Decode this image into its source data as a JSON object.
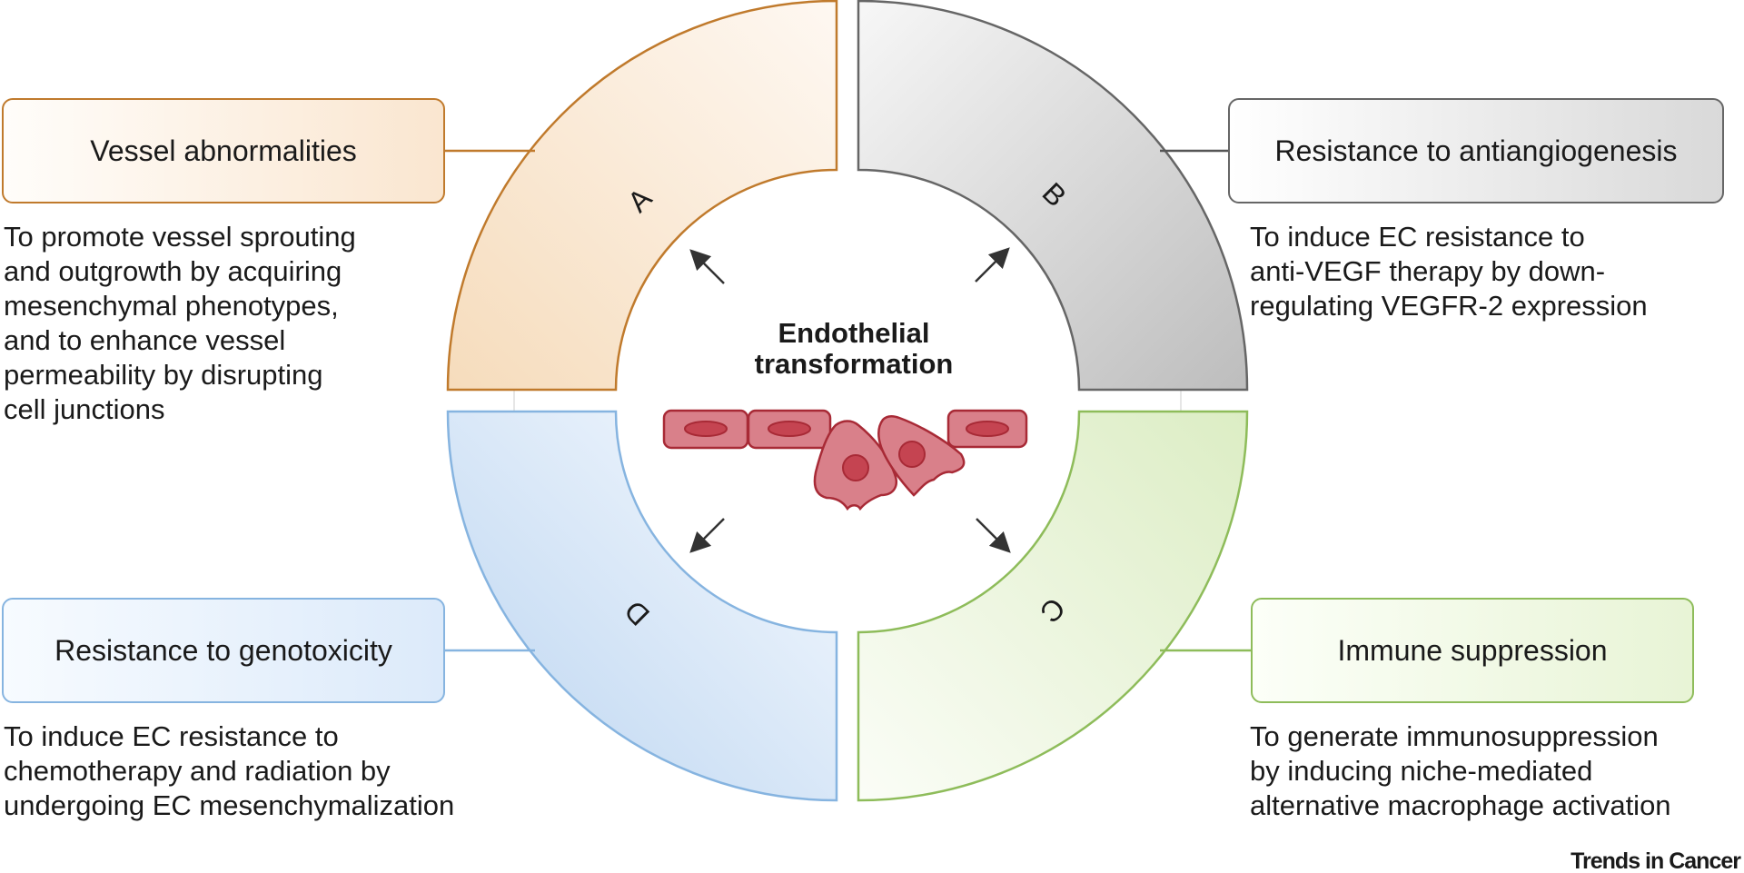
{
  "center": {
    "title_line1": "Endothelial",
    "title_line2": "transformation"
  },
  "quadrants": {
    "a": {
      "letter": "A",
      "title": "Vessel abnormalities",
      "description": "To promote vessel sprouting\nand outgrowth by acquiring\nmesenchymal phenotypes,\nand to enhance vessel\npermeability by disrupting\ncell junctions",
      "color": "#c07a2c"
    },
    "b": {
      "letter": "B",
      "title": "Resistance to antiangiogenesis",
      "description": "To induce EC resistance to\nanti-VEGF therapy by down-\nregulating VEGFR-2 expression",
      "color": "#666666"
    },
    "c": {
      "letter": "C",
      "title": "Immune suppression",
      "description": "To generate immunosuppression\nby inducing niche-mediated\nalternative macrophage activation",
      "color": "#8ebc5a"
    },
    "d": {
      "letter": "D",
      "title": "Resistance to genotoxicity",
      "description": "To induce EC resistance to\nchemotherapy and radiation by\nundergoing EC mesenchymalization",
      "color": "#86b4e0"
    }
  },
  "brand": "Trends in Cancer",
  "colors": {
    "cell_fill": "#d9808a",
    "cell_stroke": "#a82a36",
    "arrow": "#333333"
  }
}
